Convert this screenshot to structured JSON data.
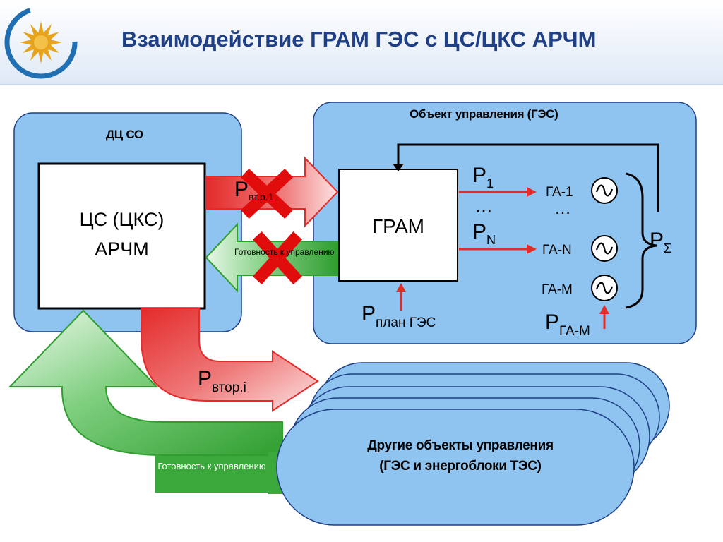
{
  "title": "Взаимодействие ГРАМ ГЭС с ЦС/ЦКС АРЧМ",
  "logo_icon": "sun-logo-icon",
  "dc_frame": {
    "title": "ДЦ СО"
  },
  "arcm_box": {
    "line1": "ЦС (ЦКС)",
    "line2": "АРЧМ"
  },
  "object_frame": {
    "title": "Объект управления (ГЭС)"
  },
  "gram_box": {
    "label": "ГРАМ"
  },
  "arrow_p_ges": {
    "main": "P",
    "sub": "вт.р.1"
  },
  "arrow_ready_small": {
    "text": "Готовность к управлению"
  },
  "p1": {
    "main": "P",
    "sub": "1"
  },
  "pn": {
    "main": "P",
    "sub": "N"
  },
  "p_plan": {
    "main": "P",
    "sub": "план ГЭС"
  },
  "p_ga_m": {
    "main": "P",
    "sub": "ГА-М"
  },
  "p_sigma": {
    "main": "P",
    "sub": "Σ"
  },
  "dots_left": "…",
  "dots_right": "…",
  "ga1": "ГА-1",
  "gan": "ГА-N",
  "gam": "ГА-М",
  "arrow_p_vtor": {
    "main": "P",
    "sub": "втор.i"
  },
  "arrow_ready_big": {
    "text": "Готовность к управлению"
  },
  "other_objects": {
    "line1": "Другие объекты управления",
    "line2": "(ГЭС и энергоблоки ТЭС)"
  },
  "colors": {
    "title": "#1f3f86",
    "frame_fill": "#8ec4ef",
    "frame_stroke": "#1f3f86",
    "red_arrow": "#e42b2b",
    "green_arrow": "#3aa83a",
    "cross": "#e10d0d"
  }
}
